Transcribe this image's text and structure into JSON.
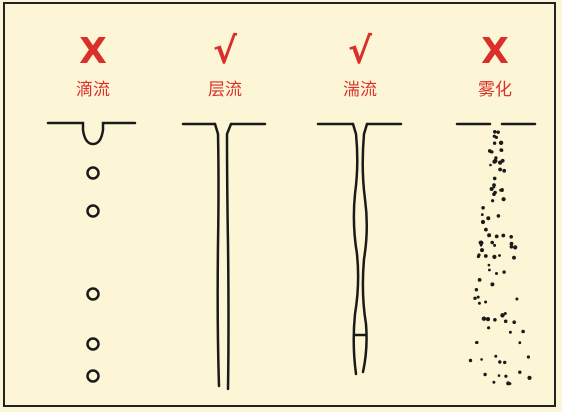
{
  "columns": [
    {
      "mark": "X",
      "label": "滴流",
      "kind": "drip",
      "acceptable": false
    },
    {
      "mark": "√",
      "label": "层流",
      "kind": "laminar",
      "acceptable": true
    },
    {
      "mark": "√",
      "label": "湍流",
      "kind": "turbulent",
      "acceptable": true
    },
    {
      "mark": "X",
      "label": "雾化",
      "kind": "atomized",
      "acceptable": false
    }
  ],
  "colors": {
    "background": "#fdf6d6",
    "mark": "#d9302c",
    "line": "#1a1a1a"
  }
}
